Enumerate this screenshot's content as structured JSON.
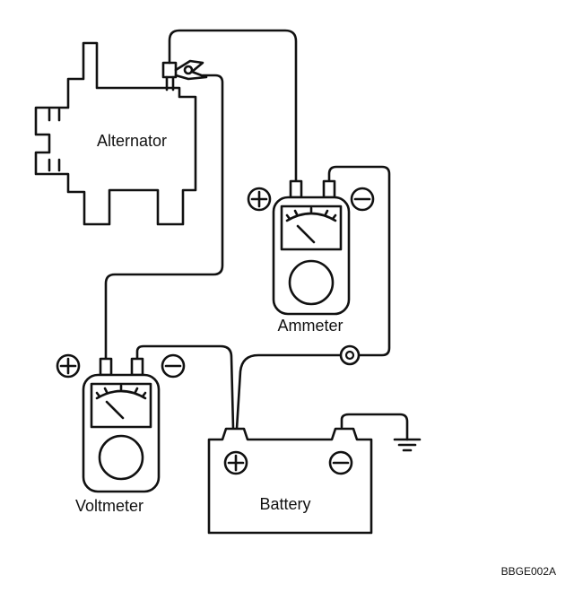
{
  "labels": {
    "alternator": "Alternator",
    "ammeter": "Ammeter",
    "voltmeter": "Voltmeter",
    "battery": "Battery",
    "figure_code": "BBGE002A"
  }
}
